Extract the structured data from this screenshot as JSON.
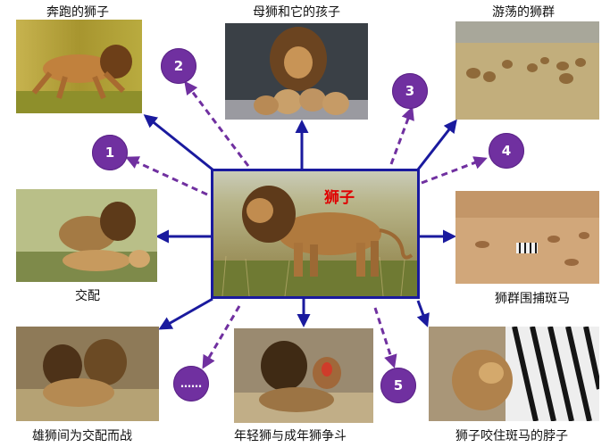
{
  "center": {
    "title": "狮子"
  },
  "photos": [
    {
      "caption": "奔跑的狮子"
    },
    {
      "caption": "母狮和它的孩子"
    },
    {
      "caption": "游荡的狮群"
    },
    {
      "caption": "交配"
    },
    {
      "caption": "狮群围捕斑马"
    },
    {
      "caption": "雄狮间为交配而战"
    },
    {
      "caption": "年轻狮与成年狮争斗"
    },
    {
      "caption": "狮子咬住斑马的脖子"
    }
  ],
  "badges": [
    "1",
    "2",
    "3",
    "4",
    "5",
    "……"
  ],
  "colors": {
    "solid_arrow": "#1a1a9e",
    "dashed_arrow": "#7030a0",
    "badge": "#7030a0",
    "title": "#e00000"
  }
}
